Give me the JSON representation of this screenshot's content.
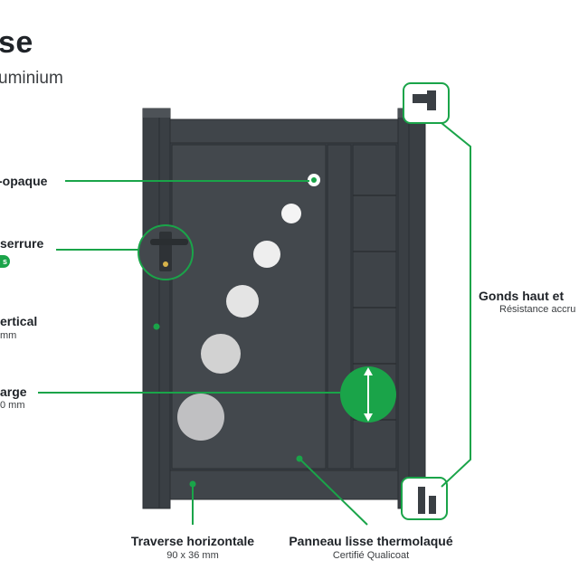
{
  "heading": {
    "title": "se",
    "subtitle": "uminium"
  },
  "callouts": {
    "panel_opaque": {
      "label": "-opaque"
    },
    "lock": {
      "label": "serrure",
      "badge": "s"
    },
    "vertical": {
      "label": "ertical",
      "detail": "mm"
    },
    "width": {
      "label": "arge",
      "detail": "0 mm"
    },
    "hinges": {
      "label": "Gonds haut et",
      "detail": "Résistance accru"
    },
    "traverse": {
      "label": "Traverse horizontale",
      "detail": "90 x 36 mm"
    },
    "panel": {
      "label": "Panneau lisse thermolaqué",
      "detail": "Certifié Qualicoat"
    }
  },
  "colors": {
    "accent": "#1aa449",
    "frame": "#3a3f44",
    "panel": "#43484d",
    "edge": "#2b2f33"
  }
}
